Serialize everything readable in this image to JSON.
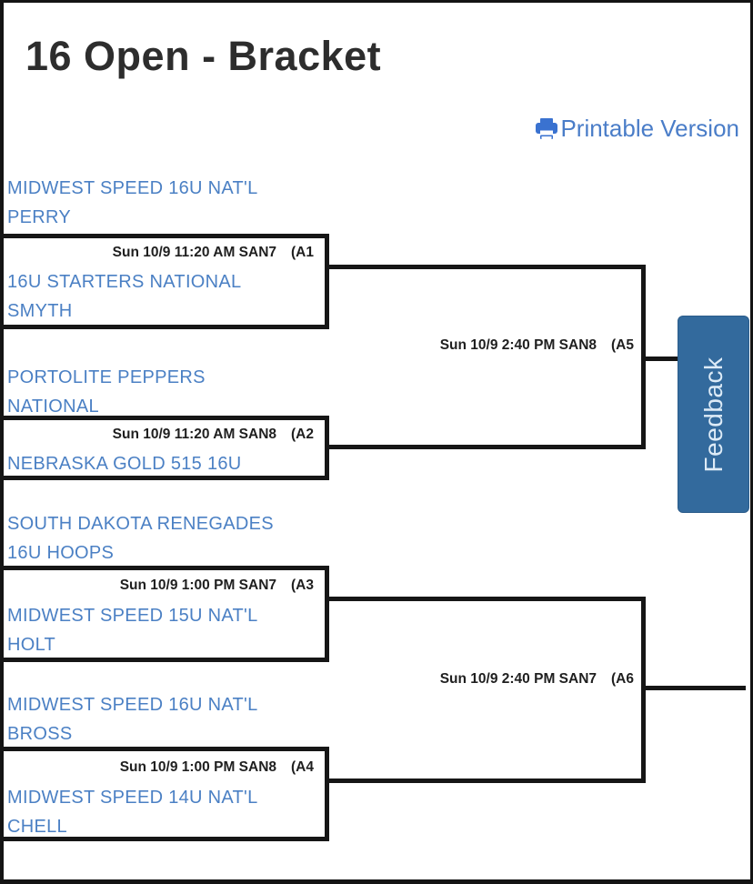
{
  "header": {
    "title": "16 Open - Bracket",
    "printable_label": "Printable Version"
  },
  "feedback": {
    "label": "Feedback"
  },
  "colors": {
    "team_link_blue": "#4b80c4",
    "printable_link_blue": "#4a7dc8",
    "printer_icon_blue": "#3a72d0",
    "feedback_background": "#336a9d",
    "feedback_text": "#ddebf7",
    "bracket_line": "#161616",
    "title_text": "#2d2d2d"
  },
  "bracket": {
    "round1": [
      {
        "code": "(A1",
        "time": "Sun 10/9 11:20 AM SAN7",
        "teams": [
          [
            "MIDWEST SPEED 16U NAT'L",
            "PERRY"
          ],
          [
            "16U STARTERS NATIONAL",
            "SMYTH"
          ]
        ]
      },
      {
        "code": "(A2",
        "time": "Sun 10/9 11:20 AM SAN8",
        "teams": [
          [
            "PORTOLITE PEPPERS",
            "NATIONAL"
          ],
          [
            "NEBRASKA GOLD 515 16U"
          ]
        ]
      },
      {
        "code": "(A3",
        "time": "Sun 10/9 1:00 PM SAN7",
        "teams": [
          [
            "SOUTH DAKOTA RENEGADES",
            "16U HOOPS"
          ],
          [
            "MIDWEST SPEED 15U NAT'L",
            "HOLT"
          ]
        ]
      },
      {
        "code": "(A4",
        "time": "Sun 10/9 1:00 PM SAN8",
        "teams": [
          [
            "MIDWEST SPEED 16U NAT'L",
            "BROSS"
          ],
          [
            "MIDWEST SPEED 14U NAT'L",
            "CHELL"
          ]
        ]
      }
    ],
    "round2": [
      {
        "code": "(A5",
        "time": "Sun 10/9 2:40 PM SAN8"
      },
      {
        "code": "(A6",
        "time": "Sun 10/9 2:40 PM SAN7"
      }
    ]
  }
}
